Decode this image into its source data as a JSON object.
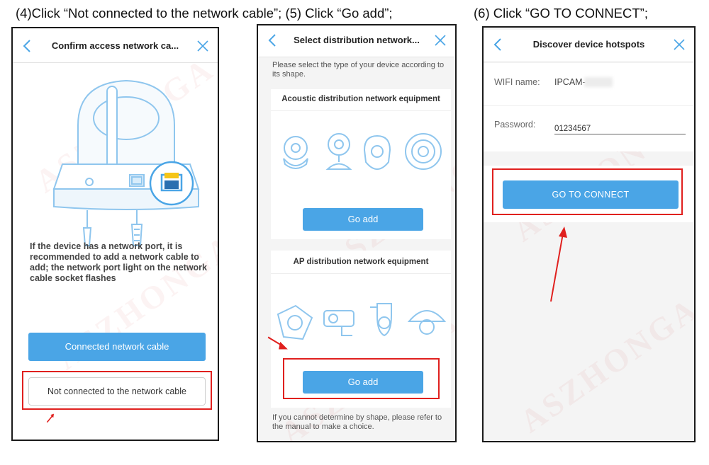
{
  "captions": {
    "c1": "(4)Click “Not connected to the network cable”; (5) Click “Go add”;",
    "c2": "(6) Click “GO TO CONNECT”;"
  },
  "screen1": {
    "title": "Confirm access network ca...",
    "description": "If the device has a network port, it is recommended to add a network cable to add; the network port light on the network cable socket flashes",
    "connected_button": "Connected network cable",
    "not_connected_button": "Not connected to the network cable"
  },
  "screen2": {
    "title": "Select distribution network...",
    "intro": "Please select the type of your device according to its shape.",
    "acoustic_title": "Acoustic distribution network equipment",
    "acoustic_button": "Go add",
    "ap_title": "AP distribution network equipment",
    "ap_button": "Go add",
    "footer": "If you cannot determine by shape, please refer to the manual to make a choice."
  },
  "screen3": {
    "title": "Discover device hotspots",
    "wifi_label": "WIFI name:",
    "wifi_value": "IPCAM-",
    "password_label": "Password:",
    "password_value": "01234567",
    "connect_button": "GO TO CONNECT"
  },
  "watermark": "ASZHONGA",
  "colors": {
    "accent": "#4aa5e6",
    "highlight": "#e0201e",
    "icon_line": "#8fc6ee"
  },
  "icons": [
    "chevron-left-icon",
    "close-icon",
    "camera-illustration",
    "arrow-icon"
  ]
}
